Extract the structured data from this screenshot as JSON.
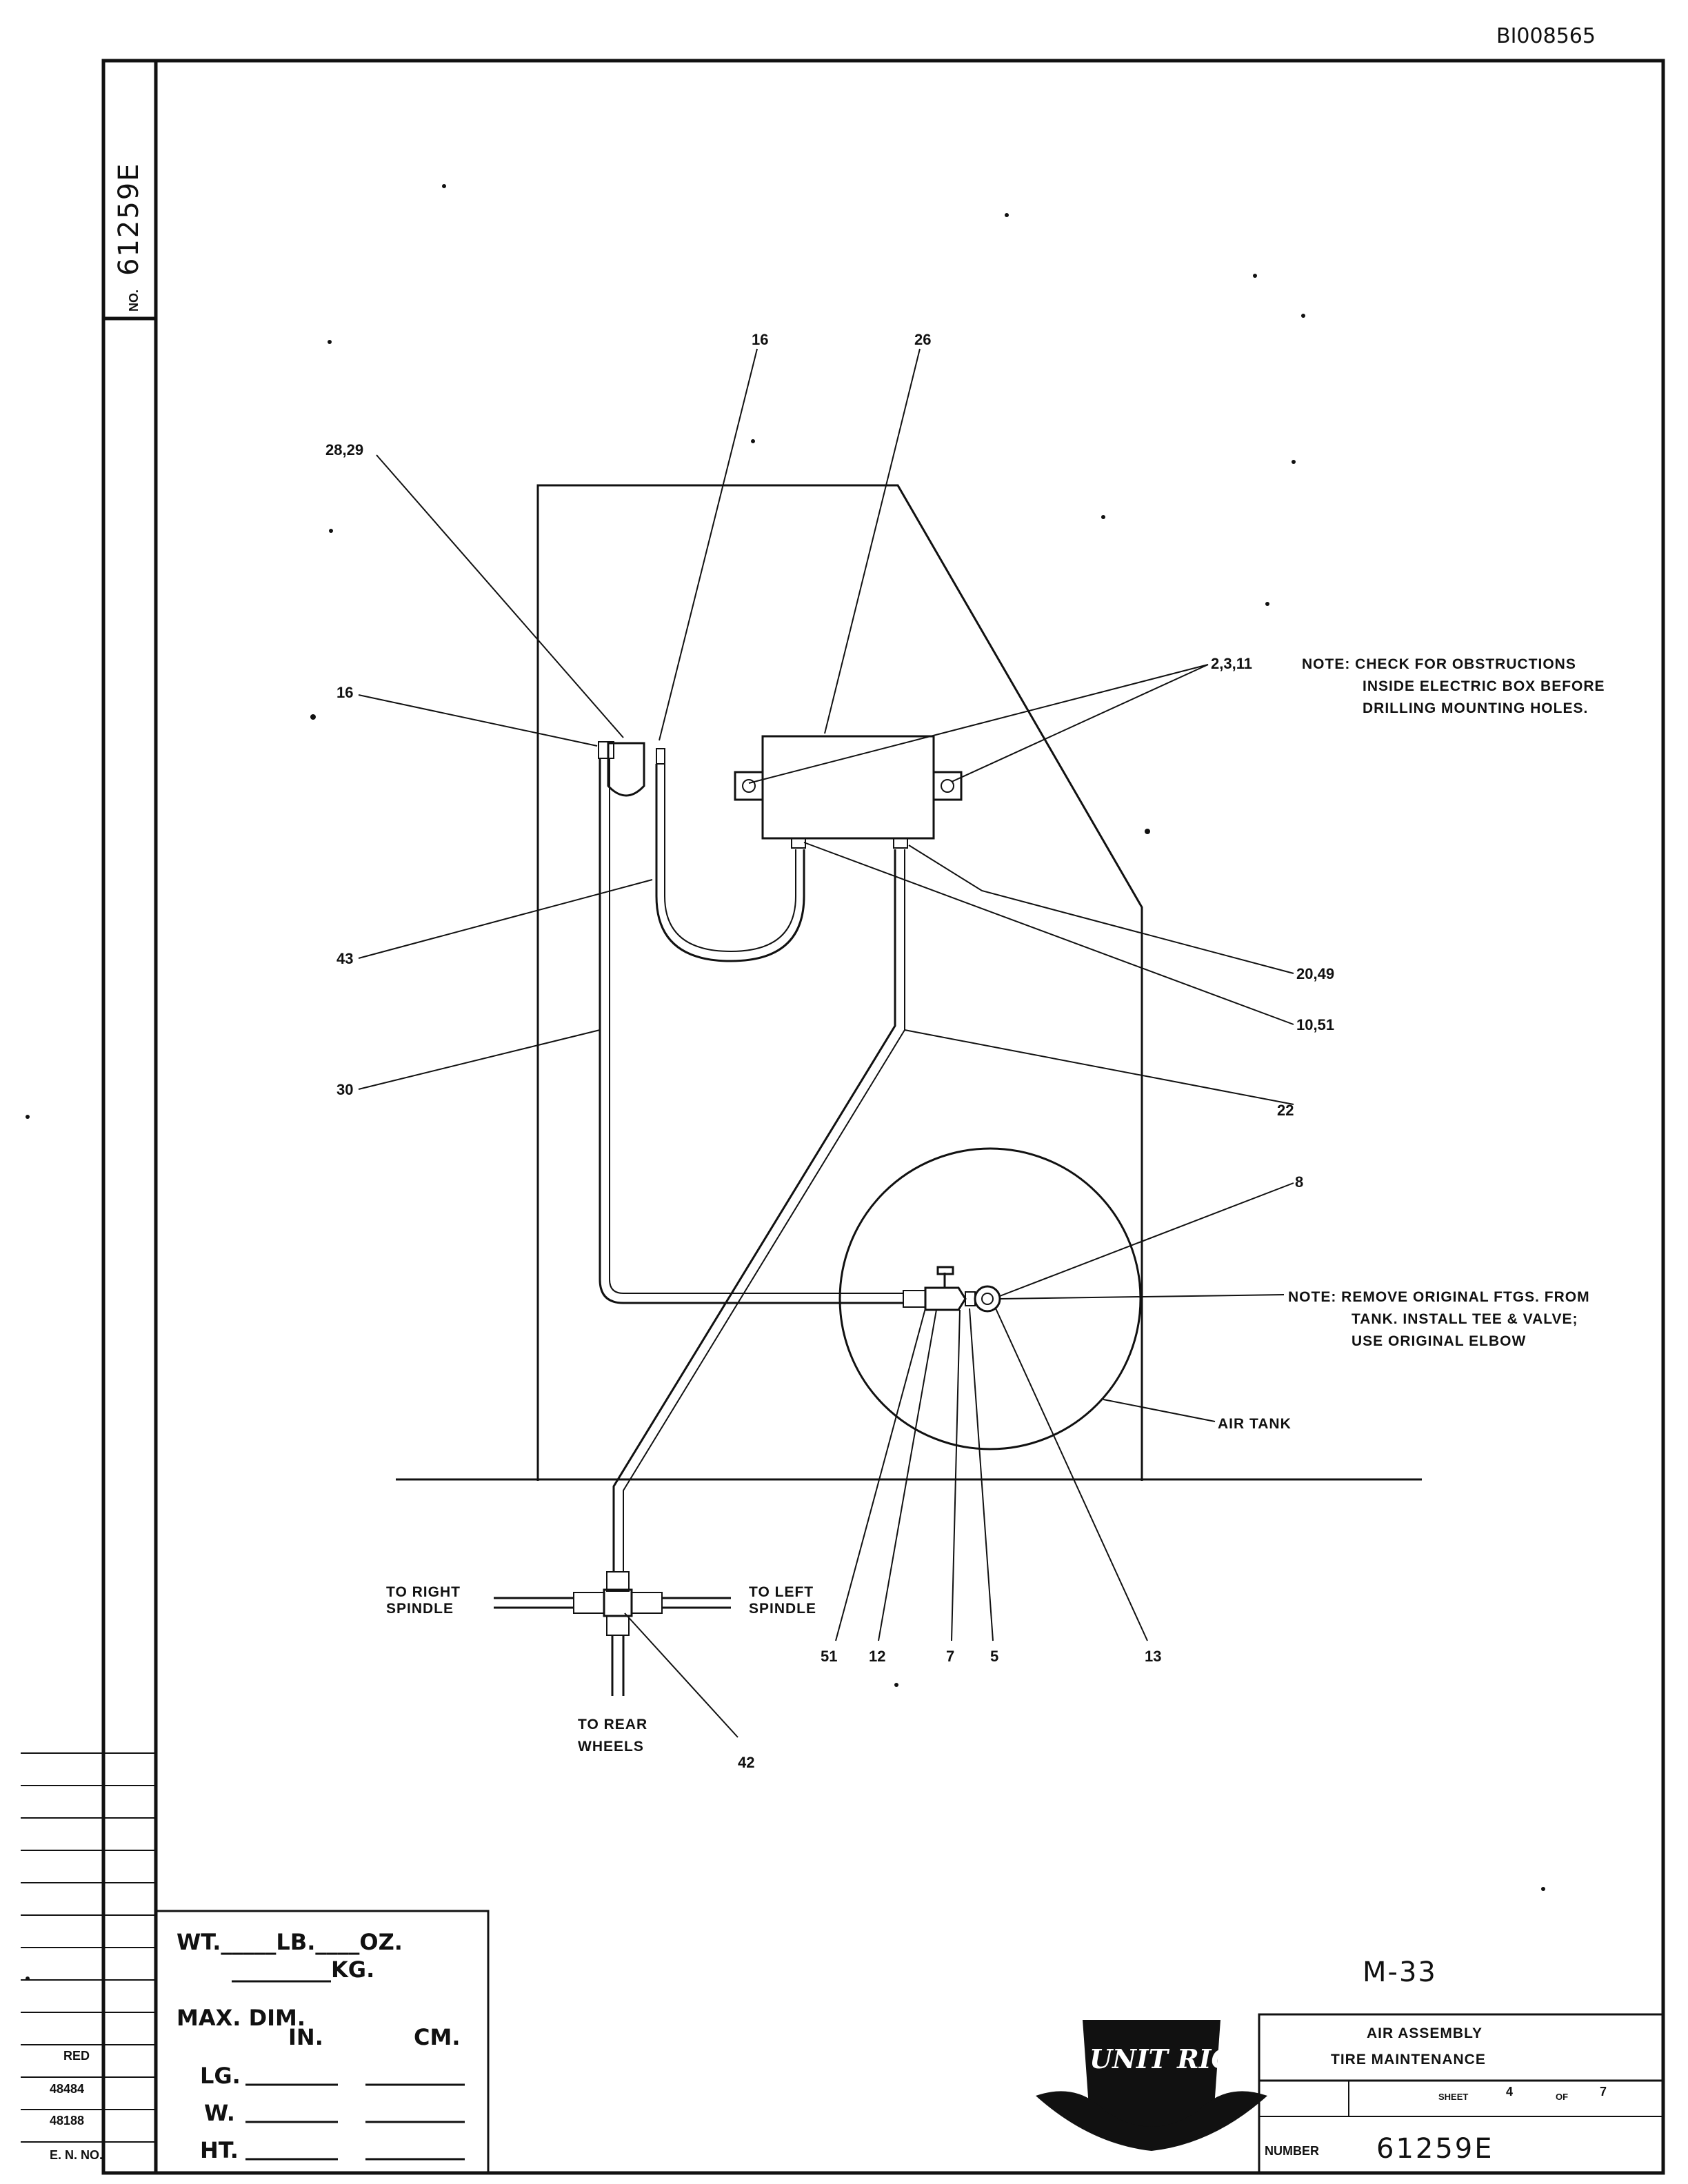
{
  "doc_id": "BI008565",
  "side_number": "61259E",
  "side_prefix": "NO.",
  "callouts": {
    "c16_top": "16",
    "c26": "26",
    "c28_29": "28,29",
    "c16_left": "16",
    "c2_3_11": "2,3,11",
    "c43": "43",
    "c30": "30",
    "c20_49": "20,49",
    "c10_51": "10,51",
    "c22": "22",
    "c8": "8",
    "c51": "51",
    "c12": "12",
    "c7": "7",
    "c5": "5",
    "c13": "13",
    "c42": "42"
  },
  "notes": {
    "note1": [
      "NOTE:  CHECK FOR OBSTRUCTIONS",
      "INSIDE ELECTRIC BOX BEFORE",
      "DRILLING MOUNTING HOLES."
    ],
    "note2": [
      "NOTE:  REMOVE ORIGINAL FTGS. FROM",
      "TANK.  INSTALL TEE & VALVE;",
      "USE ORIGINAL ELBOW"
    ],
    "air_tank": "AIR TANK",
    "to_right": [
      "TO RIGHT",
      "SPINDLE"
    ],
    "to_left": [
      "TO LEFT",
      "SPINDLE"
    ],
    "to_rear": [
      "TO REAR",
      "WHEELS"
    ]
  },
  "weights": {
    "wt_line": "WT._____LB.____OZ.",
    "kg_line": "_________KG.",
    "max_dim": "MAX. DIM.",
    "in": "IN.",
    "cm": "CM.",
    "lg": "LG.",
    "w": "W.",
    "ht": "HT."
  },
  "revision": {
    "red": "RED",
    "r1": "48484",
    "r2": "48188",
    "en_no": "E. N. NO."
  },
  "title_block": {
    "model": "M-33",
    "title1": "AIR ASSEMBLY",
    "title2": "TIRE MAINTENANCE",
    "sheet_label": "SHEET",
    "sheet_no": "4",
    "of_label": "OF",
    "sheet_total": "7",
    "number_label": "NUMBER",
    "number": "61259E",
    "logo_text": "UNIT RIG"
  }
}
